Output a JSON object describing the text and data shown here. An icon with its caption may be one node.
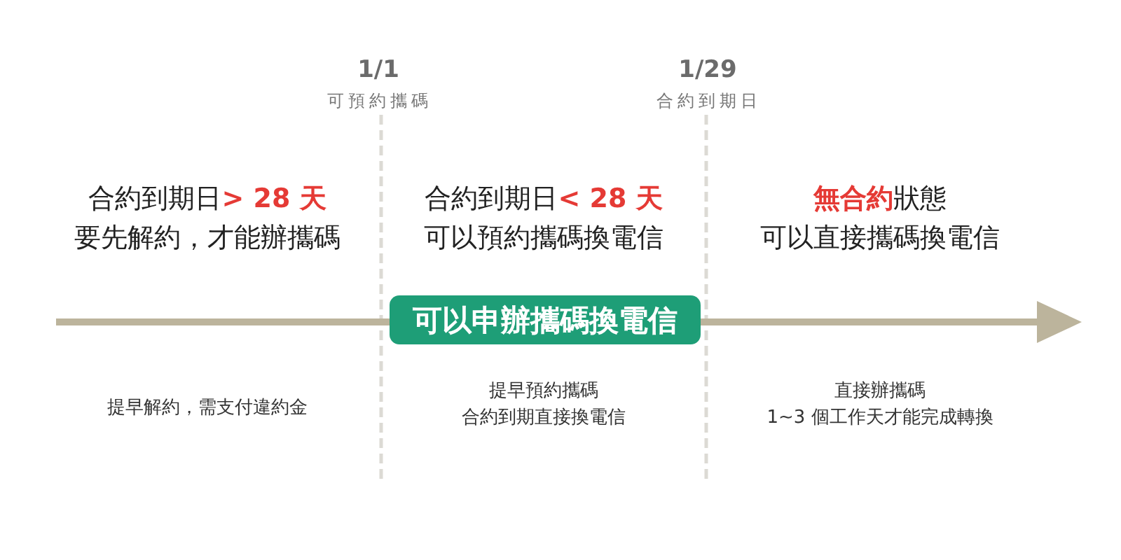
{
  "diagram": {
    "nodes": [
      {
        "text": [
          "可以申辦攜碼換電信"
        ]
      }
    ],
    "labels": [
      "1/1",
      "可預約攜碼",
      "1/29",
      "合約到期日",
      "合約到期日**> 28 天**",
      "要先解約，才能辦攜碼",
      "合約到期日**< 28 天**",
      "可以預約攜碼換電信",
      "**無合約**狀態",
      "可以直接攜碼換電信",
      "提早解約，需支付違約金",
      "提早預約攜碼",
      "合約到期直接換電信",
      "直接辦攜碼",
      "1~3 個工作天才能完成轉換"
    ]
  }
}
